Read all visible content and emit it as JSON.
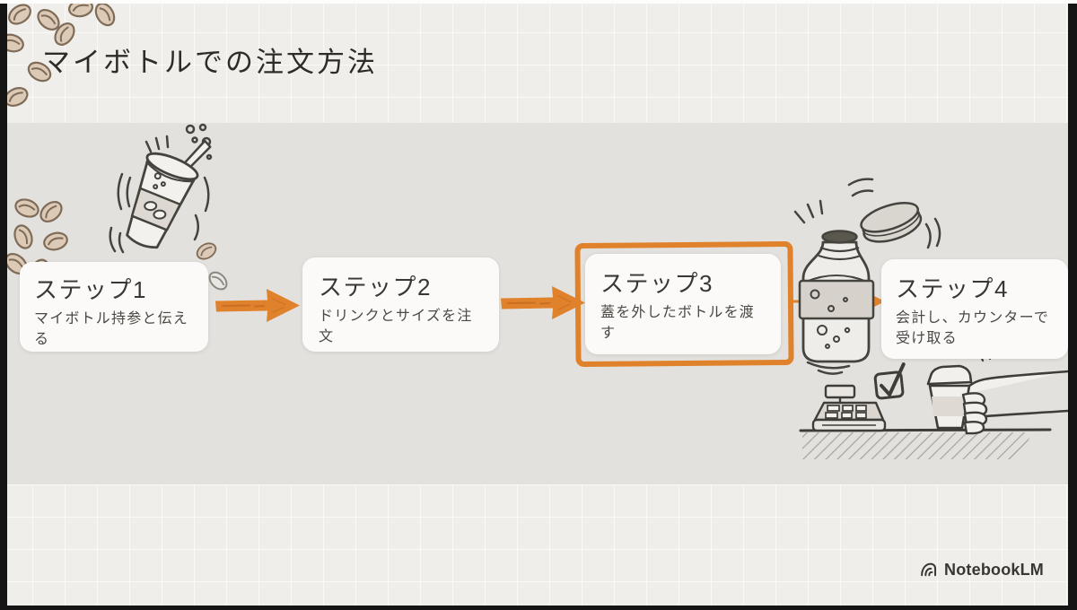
{
  "slide": {
    "title": "マイボトルでの注文方法",
    "steps": [
      {
        "label": "ステップ1",
        "description": "マイボトル持参と伝える",
        "highlighted": false
      },
      {
        "label": "ステップ2",
        "description": "ドリンクとサイズを注文",
        "highlighted": false
      },
      {
        "label": "ステップ3",
        "description": "蓋を外したボトルを渡す",
        "highlighted": true
      },
      {
        "label": "ステップ4",
        "description": "会計し、カウンターで受け取る",
        "highlighted": false
      }
    ],
    "branding": {
      "logo_text": "NotebookLM"
    },
    "colors": {
      "accent_orange": "#E0812C",
      "band_gray": "#E3E1DD",
      "background": "#F0EEEA",
      "card_white": "#FBFAF8",
      "heading_text": "#3A3733",
      "body_text": "#4B4843",
      "bean_fill": "#DCCAB7",
      "bean_outline": "#7E6C58",
      "sketch_stroke": "#45433D"
    },
    "illustration_names": [
      "tumbler-icon",
      "bottle-open-icon",
      "cash-register-icon",
      "checkmark-icon",
      "coffee-cup-hand-icon",
      "coffee-bean-icon",
      "notebooklm-logo-icon"
    ]
  }
}
